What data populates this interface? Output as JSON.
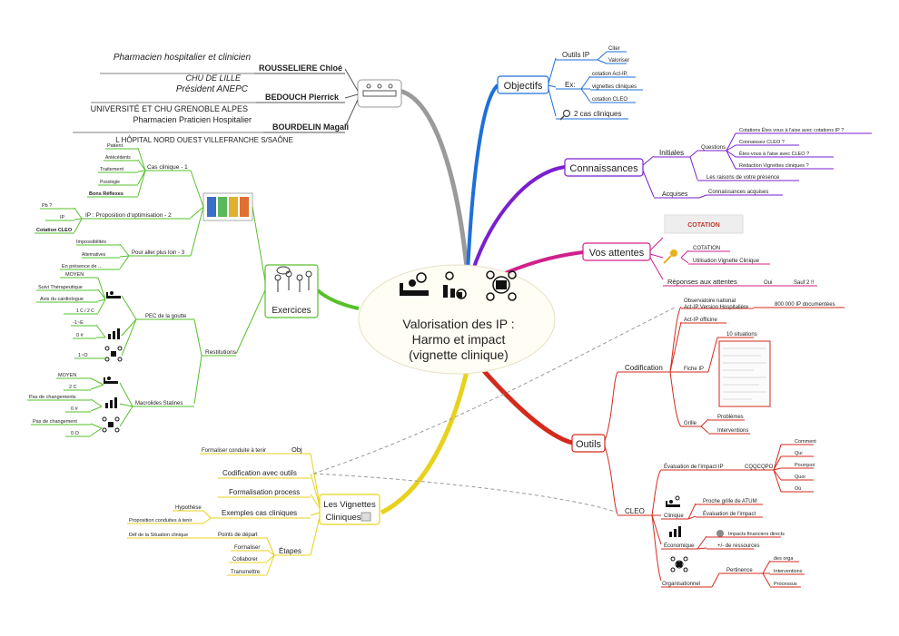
{
  "central": {
    "line1": "Valorisation des IP :",
    "line2": "Harmo et impact",
    "line3": "(vignette clinique)"
  },
  "speakers": [
    {
      "name": "ROUSSELIERE Chloé",
      "role": "Pharmacien hospitalier et clinicien",
      "org": "CHU DE LILLE"
    },
    {
      "name": "BEDOUCH Pierrick",
      "role": "Président ANEPC",
      "org": "UNIVERSITÉ ET CHU GRENOBLE ALPES"
    },
    {
      "name": "BOURDELIN Magali",
      "role": "Pharmacien Praticien Hospitalier",
      "org": "L HÔPITAL NORD OUEST VILLEFRANCHE S/SAÔNE"
    }
  ],
  "objectifs": {
    "label": "Objectifs",
    "outils_ip": "Outils IP",
    "outils_children": [
      "Citer",
      "Valoriser"
    ],
    "ex": "Ex:",
    "ex_children": [
      "cotation Act-IP,",
      "vignettes cliniques",
      "cotation CLEO"
    ],
    "cas": "2 cas cliniques"
  },
  "connaissances": {
    "label": "Connaissances",
    "initiales": "Initiales",
    "questions": "Questions",
    "questions_children": [
      "Cotations Êtes vous à l'aise avec cotations IP ?",
      "Connaissez CLEO ?",
      "Êtes-vous à l'aise avec CLEO ?",
      "Rédaction Vignettes cliniques ?"
    ],
    "raisons": "Les raisons de votre présence",
    "acquises": "Acquises",
    "acquises_child": "Connaissances acquises"
  },
  "attentes": {
    "label": "Vos attentes",
    "wordcloud_word": "COTATION",
    "items": [
      "COTATION",
      "Utilisation Vignette Clinique"
    ],
    "reponses": "Réponses aux attentes",
    "oui": "Oui",
    "sauf": "Sauf 2 !!"
  },
  "outils": {
    "label": "Outils",
    "codification": "Codification",
    "observatoire_l1": "Observatoire national",
    "observatoire_l2": "Act-IP Version Hospitalière",
    "ip_count": "800 000 IP documentées",
    "officine": "Act-IP officine",
    "fiche": "Fiche IP",
    "situations": "10 situations",
    "grille": "Grille",
    "grille_children": [
      "Problèmes",
      "Interventions"
    ],
    "cleo": "CLEO",
    "evaluation": "Évaluation de l'impact IP",
    "cqqcqpo": "CQQCQPO",
    "cqqcqpo_children": [
      "Comment",
      "Qui",
      "Pourquoi",
      "Quoi",
      "Où"
    ],
    "clinique": "Clinique",
    "clinique_children": [
      "Proche grille de ATUM",
      "Évaluation de l'impact"
    ],
    "economique": "Économique",
    "economique_children": [
      "Impacts financiers directs",
      "+/- de ressources"
    ],
    "organisationnel": "Organisationnel",
    "pertinence": "Pertinence",
    "pertinence_children": [
      "des orga",
      "Interventions",
      "Processus"
    ]
  },
  "vignettes": {
    "label_l1": "Les Vignettes",
    "label_l2": "Cliniques",
    "obj": "Obj",
    "obj_child": "Formaliser conduite à tenir",
    "codif_outils": "Codification avec outils",
    "formalisation": "Formalisation process",
    "exemples": "Exemples cas cliniques",
    "exemples_children": [
      "Hypothèse",
      "Proposition conduites à tenir"
    ],
    "etapes": "Étapes",
    "point_depart": "Points de départ",
    "point_depart_child": "Déf de la Situation clinique",
    "etapes_children": [
      "Formaliser",
      "Collaborer",
      "Transmettre"
    ]
  },
  "exercices": {
    "label": "Exercices",
    "cas1": "Cas clinique - 1",
    "cas1_children": [
      "Patient",
      "Antécédents",
      "Traitement",
      "Posologie",
      "Bons Réflexes"
    ],
    "ip2": "IP : Proposition d'optimisation - 2",
    "ip2_children": [
      "Pb ?",
      "IP",
      "Cotation CLEO"
    ],
    "loin3": "Pour aller plus loin - 3",
    "loin3_children": [
      "Impossibilités",
      "Alternatives",
      "En présence de ..."
    ],
    "restitutions": "Restitutions",
    "pec": "PEC de la goutte",
    "pec_children": [
      "MOYEN",
      "Suivi Thérapeutique",
      "Avis du cardiologue",
      "1 C / 2 C",
      "-1~E",
      "0 #",
      "1~O"
    ],
    "macrolides": "Macrolides Statines",
    "macro_children": [
      "MOYEN",
      "2 C",
      "Pas de changements",
      "0 #",
      "Pas de changement",
      "0 O"
    ]
  },
  "colors": {
    "objectifs": "#1e6fd9",
    "connaissances": "#7a1fd0",
    "attentes": "#d0208a",
    "outils": "#d42a1c",
    "vignettes": "#e8d21c",
    "exercices": "#56c02b",
    "speakers": "#888888"
  }
}
